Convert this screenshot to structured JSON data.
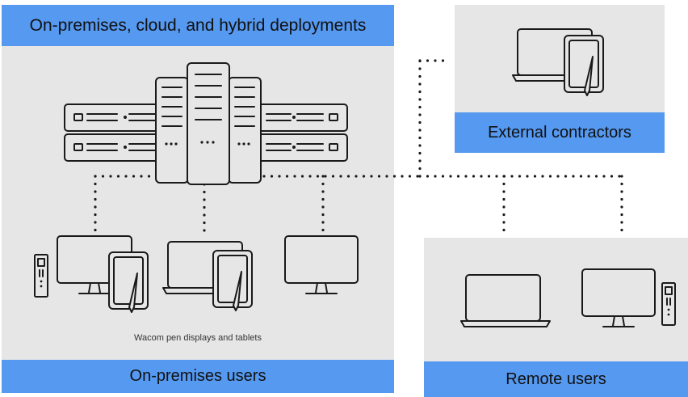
{
  "title": "On-premises, cloud, and hybrid deployments",
  "groups": {
    "on_premises": {
      "label": "On-premises users",
      "caption": "Wacom pen displays and tablets"
    },
    "external": {
      "label": "External contractors"
    },
    "remote": {
      "label": "Remote users"
    }
  },
  "colors": {
    "accent": "#5599f0",
    "panel": "#e6e6e6",
    "line": "#1a1a1a"
  },
  "icons": [
    "server-rack-icon",
    "monitor-icon",
    "laptop-icon",
    "pen-tablet-icon",
    "pen-icon",
    "desktop-tower-icon"
  ]
}
